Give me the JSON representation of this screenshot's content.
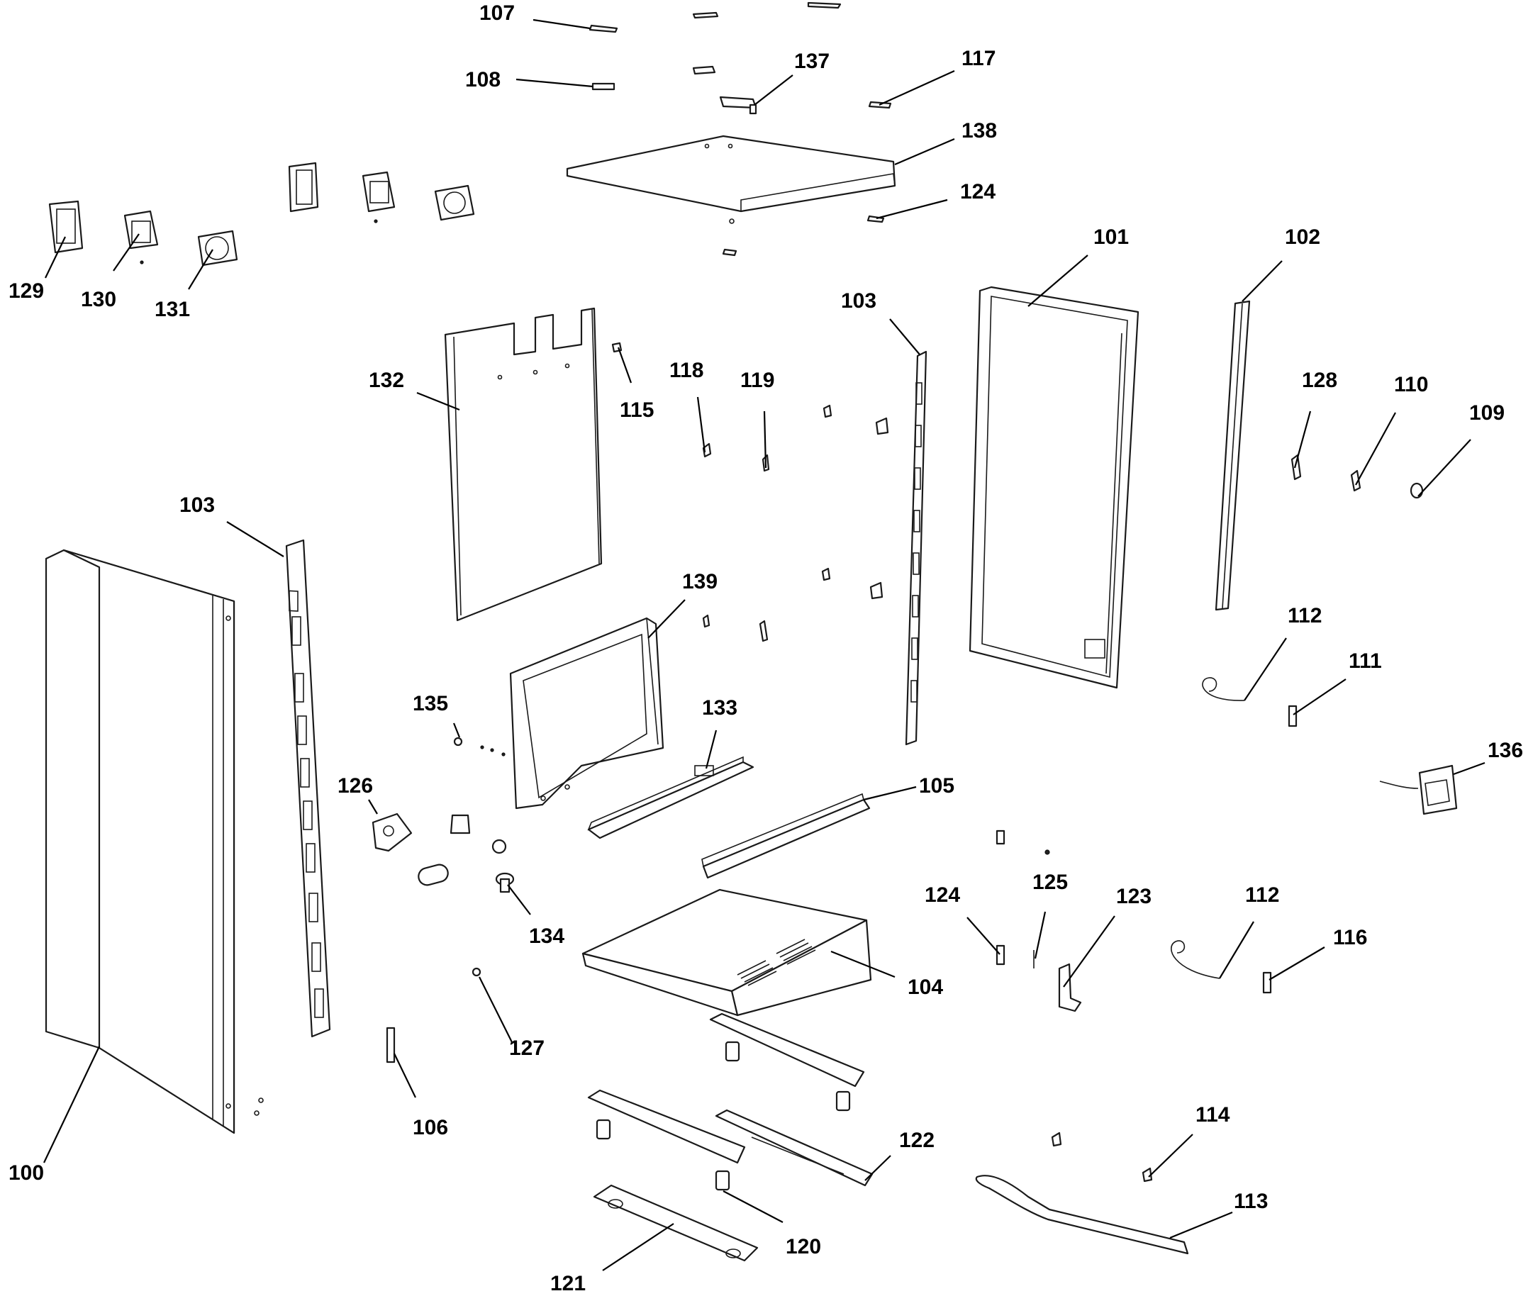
{
  "callouts": {
    "c100": "100",
    "c101": "101",
    "c102": "102",
    "c103a": "103",
    "c103b": "103",
    "c104": "104",
    "c105": "105",
    "c106": "106",
    "c107": "107",
    "c108": "108",
    "c109": "109",
    "c110": "110",
    "c111": "111",
    "c112a": "112",
    "c112b": "112",
    "c113": "113",
    "c114": "114",
    "c115": "115",
    "c116": "116",
    "c117": "117",
    "c118": "118",
    "c119": "119",
    "c120": "120",
    "c121": "121",
    "c122": "122",
    "c123": "123",
    "c124a": "124",
    "c124b": "124",
    "c125": "125",
    "c126": "126",
    "c127": "127",
    "c128": "128",
    "c129": "129",
    "c130": "130",
    "c131": "131",
    "c132": "132",
    "c133": "133",
    "c134": "134",
    "c135": "135",
    "c136": "136",
    "c137": "137",
    "c138": "138",
    "c139": "139"
  }
}
